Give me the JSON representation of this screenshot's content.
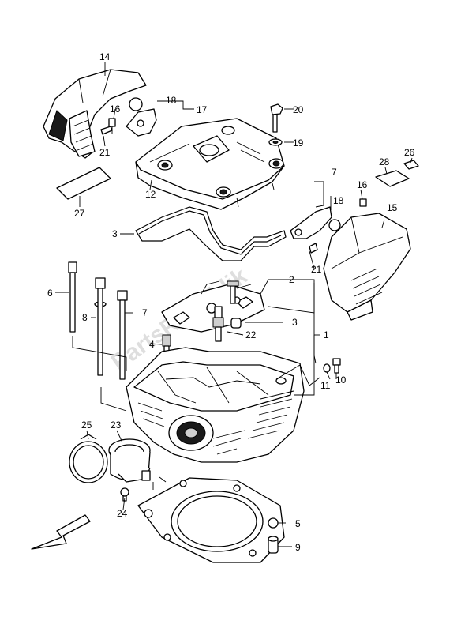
{
  "watermark": "PartsRepublik",
  "callouts": {
    "c1": "1",
    "c2": "2",
    "c3a": "3",
    "c3b": "3",
    "c4": "4",
    "c5": "5",
    "c6": "6",
    "c7a": "7",
    "c7b": "7",
    "c8": "8",
    "c9": "9",
    "c10": "10",
    "c11": "11",
    "c12": "12",
    "c14": "14",
    "c15": "15",
    "c16a": "16",
    "c16b": "16",
    "c17": "17",
    "c18a": "18",
    "c18b": "18",
    "c19": "19",
    "c20": "20",
    "c21a": "21",
    "c21b": "21",
    "c22": "22",
    "c23": "23",
    "c24": "24",
    "c25": "25",
    "c26": "26",
    "c27": "27",
    "c28": "28"
  },
  "icons": {
    "direction": "front-direction-arrow-icon"
  }
}
